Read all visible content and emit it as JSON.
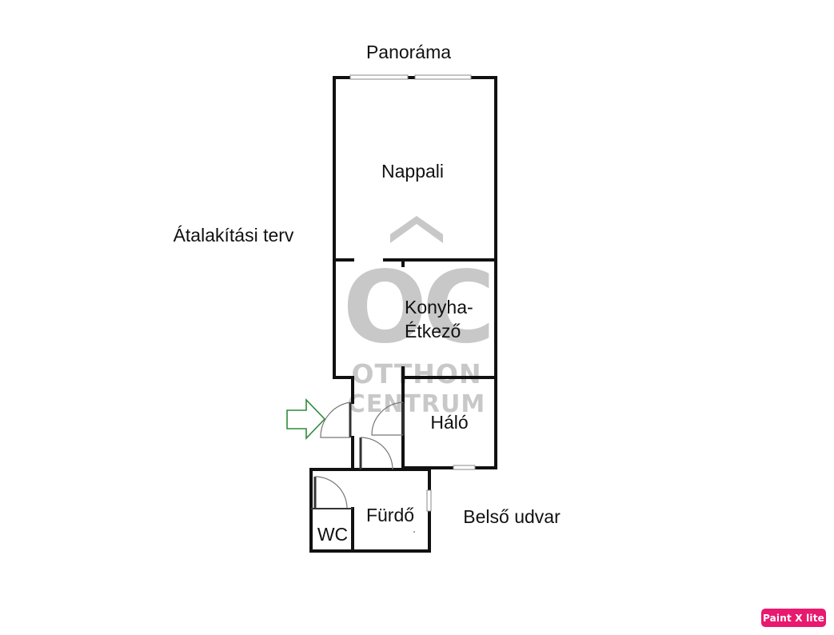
{
  "plan": {
    "orientation_label": "Panoráma",
    "plan_type_label": "Átalakítási terv",
    "courtyard_label": "Belső udvar",
    "rooms": {
      "living": "Nappali",
      "kitchen_line1": "Konyha-",
      "kitchen_line2": "Étkező",
      "bedroom": "Háló",
      "bathroom": "Fürdő",
      "toilet": "WC"
    }
  },
  "watermark": {
    "monogram": "OC",
    "line1": "OTTHON",
    "line2": "CENTRUM",
    "color": "#c8c8c8"
  },
  "entrance_arrow_color": "#2e8b3a",
  "app_badge": {
    "label": "Paint X lite",
    "color": "#e8196e"
  }
}
